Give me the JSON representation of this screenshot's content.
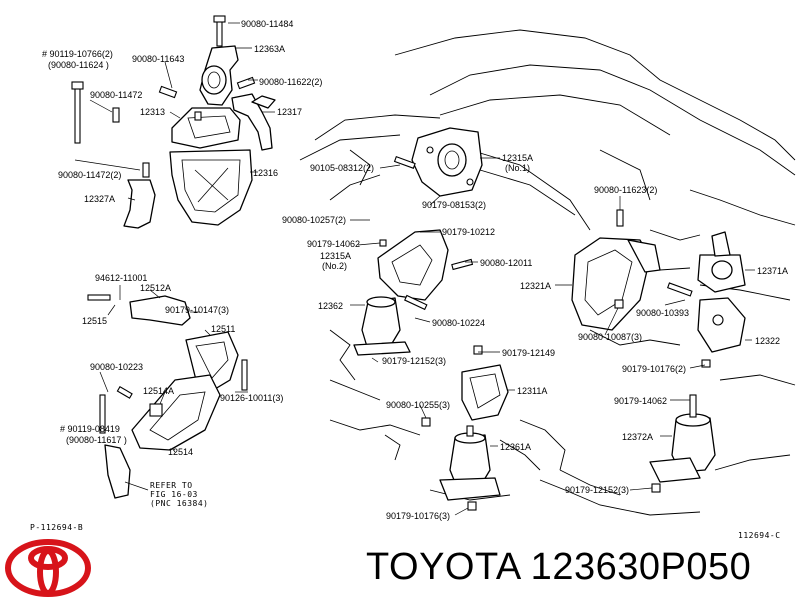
{
  "diagram": {
    "labels": [
      {
        "id": "l1",
        "text": "90080-11484"
      },
      {
        "id": "l2",
        "text": "# 90119-10766(2)"
      },
      {
        "id": "l3",
        "text": "(90080-11624 )"
      },
      {
        "id": "l4",
        "text": "90080-11643"
      },
      {
        "id": "l5",
        "text": "12363A"
      },
      {
        "id": "l6",
        "text": "90080-11622(2)"
      },
      {
        "id": "l7",
        "text": "90080-11472"
      },
      {
        "id": "l8",
        "text": "12313"
      },
      {
        "id": "l9",
        "text": "12317"
      },
      {
        "id": "l10",
        "text": "90080-11472(2)"
      },
      {
        "id": "l11",
        "text": "12316"
      },
      {
        "id": "l12",
        "text": "12327A"
      },
      {
        "id": "l13",
        "text": "90105-08312(2)"
      },
      {
        "id": "l14",
        "text": "12315A"
      },
      {
        "id": "l15",
        "text": "(No.1)"
      },
      {
        "id": "l16",
        "text": "90179-08153(2)"
      },
      {
        "id": "l17",
        "text": "90080-11623(2)"
      },
      {
        "id": "l18",
        "text": "90080-10257(2)"
      },
      {
        "id": "l19",
        "text": "90179-10212"
      },
      {
        "id": "l20",
        "text": "90179-14062"
      },
      {
        "id": "l21",
        "text": "12315A"
      },
      {
        "id": "l22",
        "text": "(No.2)"
      },
      {
        "id": "l23",
        "text": "90080-12011"
      },
      {
        "id": "l24",
        "text": "12371A"
      },
      {
        "id": "l25",
        "text": "94612-11001"
      },
      {
        "id": "l26",
        "text": "12512A"
      },
      {
        "id": "l27",
        "text": "12321A"
      },
      {
        "id": "l28",
        "text": "12515"
      },
      {
        "id": "l29",
        "text": "90179-10147(3)"
      },
      {
        "id": "l30",
        "text": "12362"
      },
      {
        "id": "l31",
        "text": "90080-10393"
      },
      {
        "id": "l32",
        "text": "90080-10224"
      },
      {
        "id": "l33",
        "text": "90080-10087(3)"
      },
      {
        "id": "l34",
        "text": "12511"
      },
      {
        "id": "l35",
        "text": "12322"
      },
      {
        "id": "l36",
        "text": "90179-12152(3)"
      },
      {
        "id": "l37",
        "text": "90179-12149"
      },
      {
        "id": "l38",
        "text": "90179-10176(2)"
      },
      {
        "id": "l39",
        "text": "90080-10223"
      },
      {
        "id": "l40",
        "text": "12514A"
      },
      {
        "id": "l41",
        "text": "90126-10011(3)"
      },
      {
        "id": "l42",
        "text": "12311A"
      },
      {
        "id": "l43",
        "text": "90179-14062"
      },
      {
        "id": "l44",
        "text": "90080-10255(3)"
      },
      {
        "id": "l45",
        "text": "# 90119-08419"
      },
      {
        "id": "l46",
        "text": "(90080-11617 )"
      },
      {
        "id": "l47",
        "text": "12372A"
      },
      {
        "id": "l48",
        "text": "12514"
      },
      {
        "id": "l49",
        "text": "12361A"
      },
      {
        "id": "l50",
        "text": "REFER TO"
      },
      {
        "id": "l51",
        "text": "FIG 16-03"
      },
      {
        "id": "l52",
        "text": "(PNC 16384)"
      },
      {
        "id": "l53",
        "text": "90179-12152(3)"
      },
      {
        "id": "l54",
        "text": "90179-10176(3)"
      }
    ],
    "ref_left": "P-112694-B",
    "ref_right": "112694-C"
  },
  "footer": {
    "brand_logo_icon": "toyota-logo-icon",
    "brand_color": "#d7141a",
    "part_number": "TOYOTA 123630P050"
  }
}
